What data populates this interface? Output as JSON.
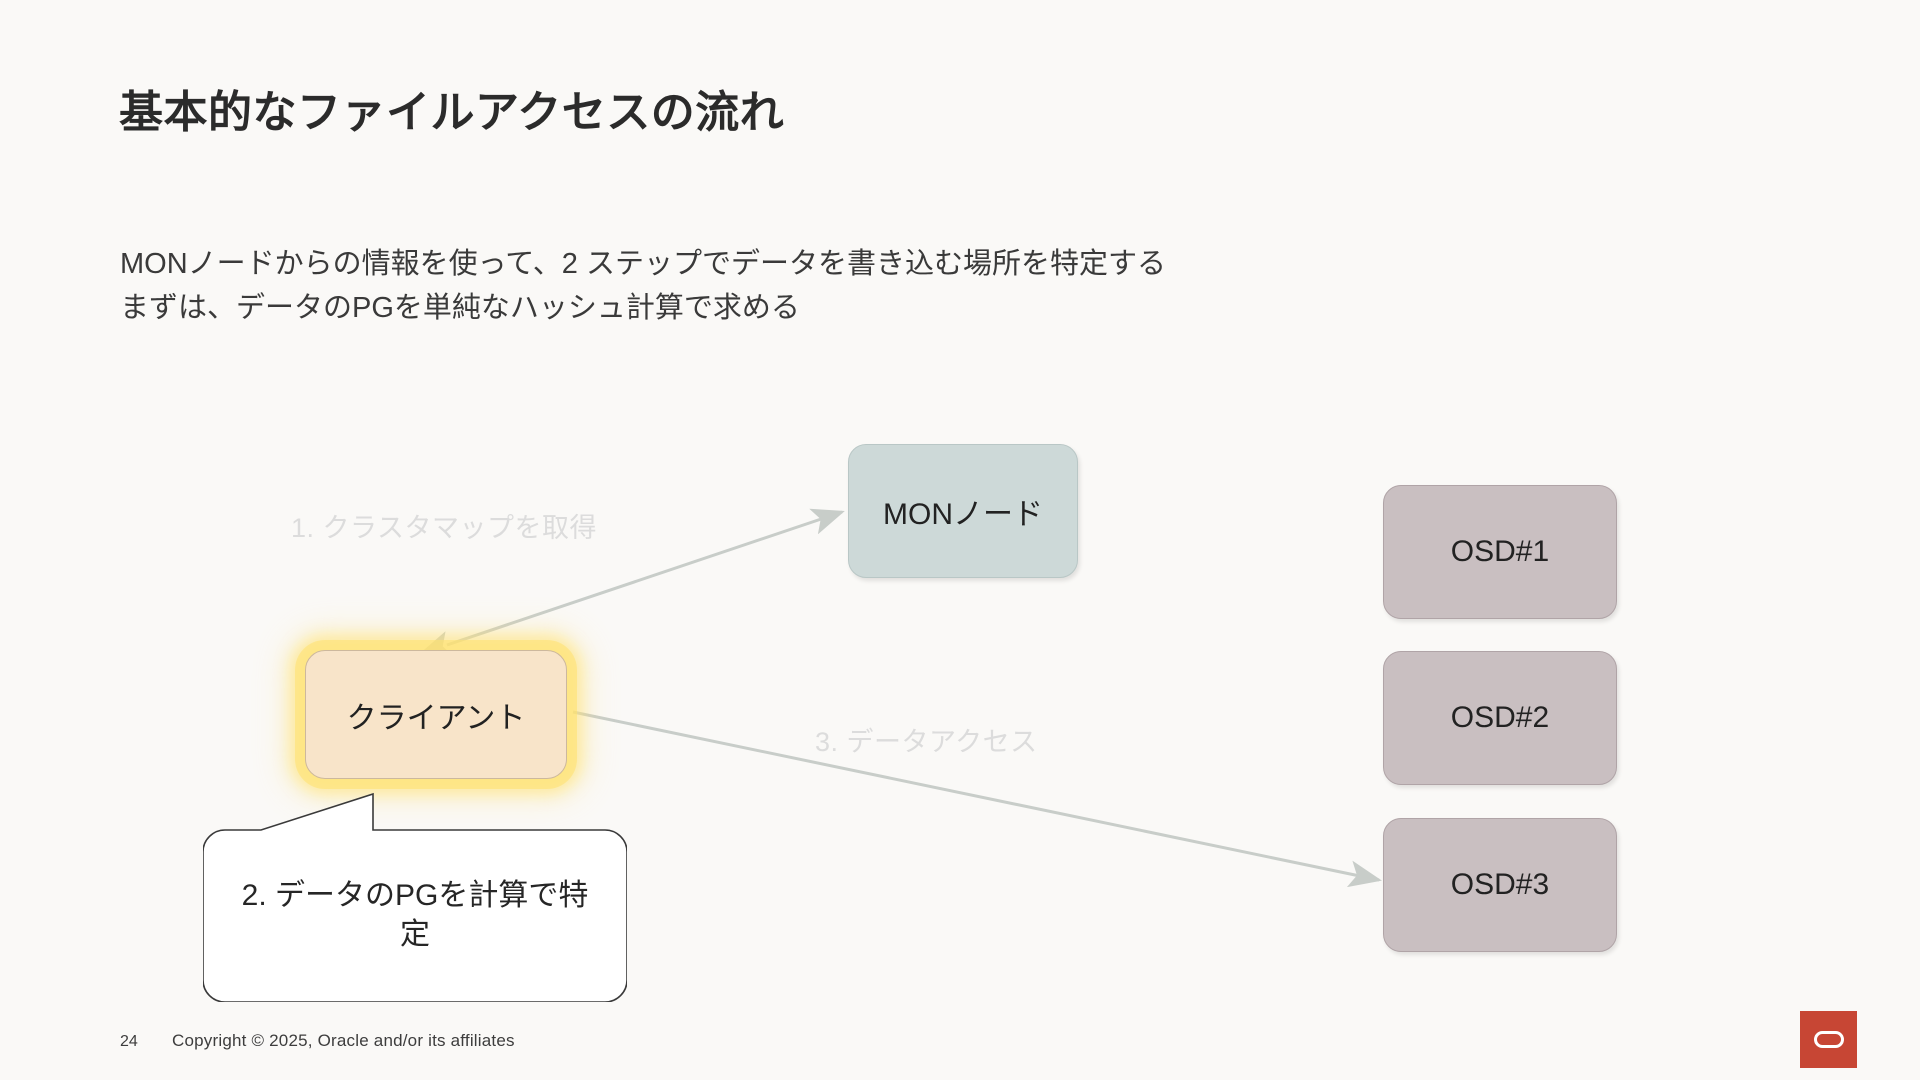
{
  "slide": {
    "title": "基本的なファイルアクセスの流れ",
    "body_lines": [
      "MONノードからの情報を使って、2 ステップでデータを書き込む場所を特定する",
      "まずは、データのPGを単純なハッシュ計算で求める"
    ]
  },
  "diagram": {
    "nodes": {
      "mon": {
        "label": "MONノード",
        "fill": "#cdd9d8"
      },
      "client": {
        "label": "クライアント",
        "fill": "#f8e4c9",
        "glow": "#ffe26e"
      },
      "osd1": {
        "label": "OSD#1",
        "fill": "#c9bfc1"
      },
      "osd2": {
        "label": "OSD#2",
        "fill": "#c9bfc1"
      },
      "osd3": {
        "label": "OSD#3",
        "fill": "#c9bfc1"
      }
    },
    "arrow_labels": {
      "step1": "1. クラスタマップを取得",
      "step3": "3. データアクセス"
    },
    "arrow_color": "#c8cdc9",
    "callout": {
      "text": "2. データのPGを計算で特定"
    }
  },
  "footer": {
    "page_number": "24",
    "copyright": "Copyright © 2025, Oracle and/or its affiliates",
    "logo_name": "oracle-logo",
    "logo_color": "#c74634"
  }
}
